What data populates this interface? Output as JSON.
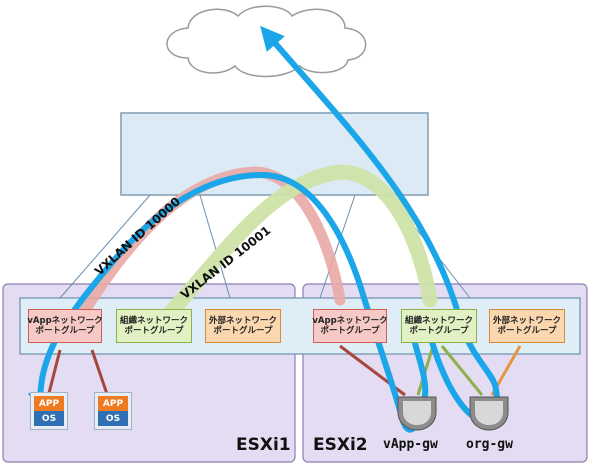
{
  "hosts": {
    "esxi1": "ESXi1",
    "esxi2": "ESXi2"
  },
  "port_groups": {
    "vapp": [
      "vAppネットワーク",
      "ポートグループ"
    ],
    "org": [
      "組織ネットワーク",
      "ポートグループ"
    ],
    "ext": [
      "外部ネットワーク",
      "ポートグループ"
    ]
  },
  "vm": {
    "app": "APP",
    "os": "OS"
  },
  "vxlan": {
    "label1": "VXLAN ID 10000",
    "label2": "VXLAN ID 10001"
  },
  "gateways": {
    "vapp_gw": "vApp-gw",
    "org_gw": "org-gw"
  },
  "colors": {
    "cloud": "#ffffff",
    "switch": "#dbeaf5",
    "host_bg": "#e4dcf2",
    "host_border": "#8a7fb0",
    "vds": "#dfeef6",
    "path_blue": "#1aa6e8",
    "path_pink": "#e9a8a6",
    "path_green": "#cfe3a8"
  }
}
